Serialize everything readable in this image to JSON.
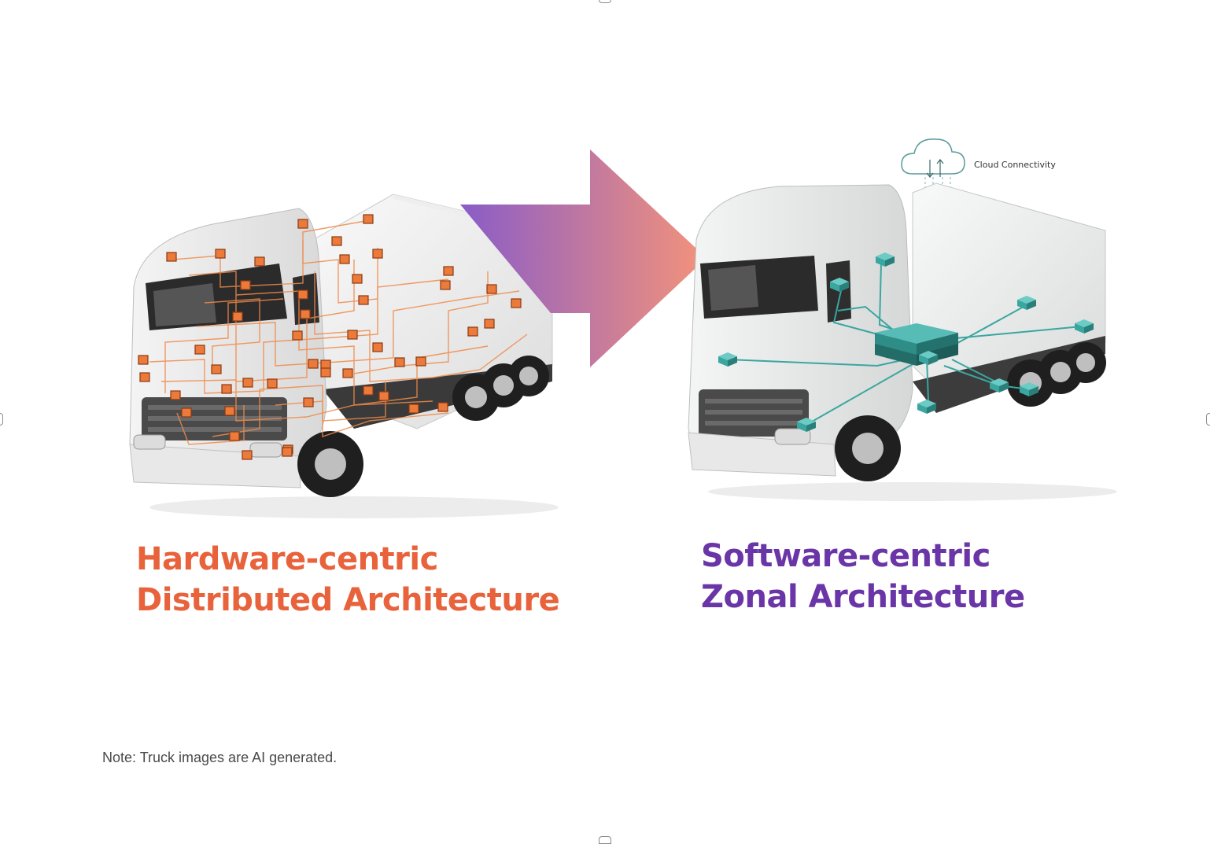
{
  "left": {
    "title_line1": "Hardware-centric",
    "title_line2": "Distributed Architecture",
    "accent_color": "#e8623c",
    "node_color": "#ec7a3a"
  },
  "right": {
    "title_line1": "Software-centric",
    "title_line2": "Zonal Architecture",
    "accent_color": "#6a35a6",
    "node_color": "#3aa6a0",
    "cloud_label": "Cloud Connectivity"
  },
  "arrow": {
    "gradient_start": "#8a5cc8",
    "gradient_end": "#f4937a"
  },
  "note": "Note: Truck images are AI generated.",
  "icons": [
    "truck-distributed-illustration",
    "truck-zonal-illustration",
    "cloud-icon",
    "transition-arrow"
  ]
}
